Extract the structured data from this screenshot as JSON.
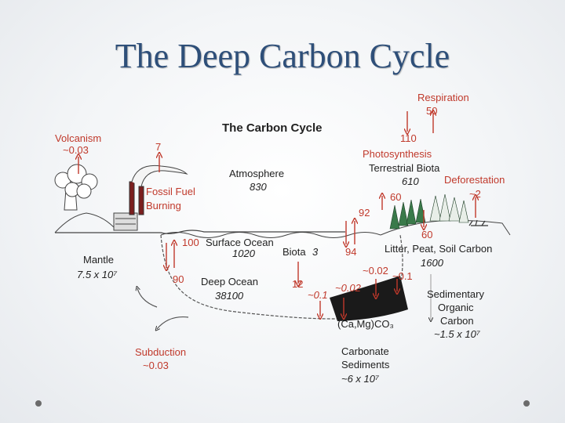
{
  "slide": {
    "title": "The Deep Carbon Cycle"
  },
  "diagram": {
    "heading": "The Carbon Cycle",
    "respiration": {
      "label": "Respiration",
      "value": "50"
    },
    "photosynthesis": {
      "value": "110",
      "label": "Photosynthesis"
    },
    "volcanism": {
      "label": "Volcanism",
      "value": "~0.03"
    },
    "fossil_fuel": {
      "value": "7",
      "label_line1": "Fossil Fuel",
      "label_line2": "Burning"
    },
    "atmosphere": {
      "label": "Atmosphere",
      "value": "830"
    },
    "terrestrial_biota": {
      "label": "Terrestrial Biota",
      "value": "610"
    },
    "deforestation": {
      "label": "Deforestation",
      "value": "~2"
    },
    "flux_litter_to_atm": "60",
    "flux_biota_to_litter": "60",
    "flux_ocean_to_atm": "92",
    "flux_atm_to_ocean": "94",
    "flux_upwelling": "100",
    "flux_downwelling": "90",
    "flux_biota_sinking": "12",
    "surface_ocean": {
      "label": "Surface Ocean",
      "value": "1020"
    },
    "ocean_biota": {
      "label": "Biota",
      "value": "3"
    },
    "mantle": {
      "label": "Mantle",
      "value": "7.5 x 10⁷"
    },
    "deep_ocean": {
      "label": "Deep Ocean",
      "value": "38100"
    },
    "litter": {
      "label": "Litter, Peat, Soil Carbon",
      "value": "1600"
    },
    "flux_deep_to_sediment": "~0.1",
    "flux_carbonate_burial": "~0.02",
    "flux_organic_burial_a": "~0.02",
    "flux_organic_burial_b": "~0.1",
    "carbonate_formula": "(Ca,Mg)CO₃",
    "sedimentary": {
      "line1": "Sedimentary",
      "line2": "Organic",
      "line3": "Carbon",
      "value": "~1.5 x 10⁷"
    },
    "subduction": {
      "label": "Subduction",
      "value": "~0.03"
    },
    "carbonate": {
      "line1": "Carbonate",
      "line2": "Sediments",
      "value": "~6 x 10⁷"
    }
  },
  "colors": {
    "title": "#2e4f79",
    "flux_red": "#c0392b",
    "ink": "#222222"
  },
  "icons": {
    "nav_prev": "dot-icon",
    "nav_next": "dot-icon"
  }
}
